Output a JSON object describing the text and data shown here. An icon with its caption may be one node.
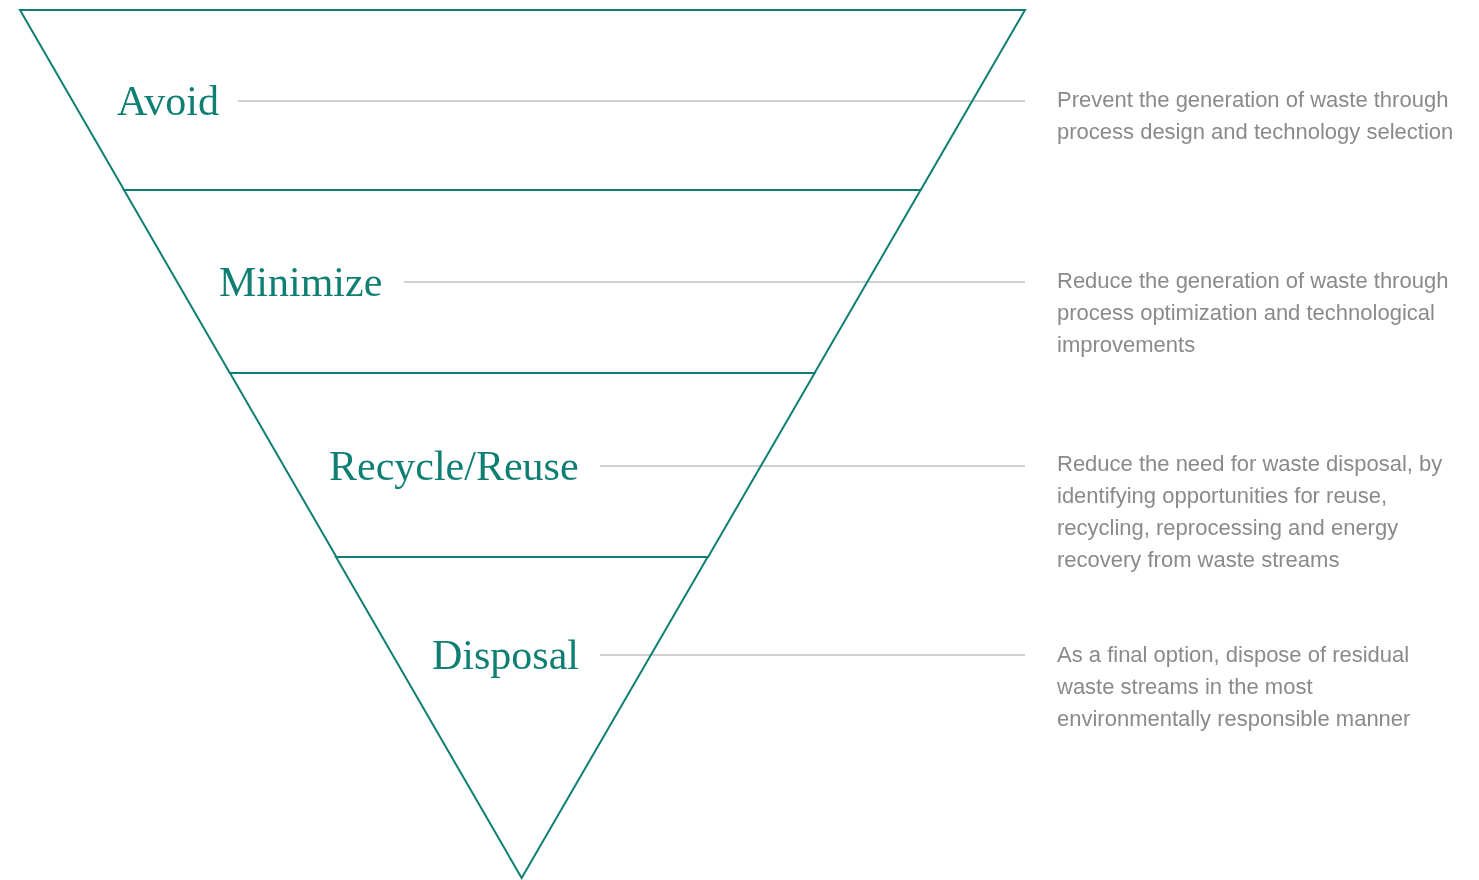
{
  "diagram": {
    "nodes": [
      {
        "text": [
          "Avoid"
        ]
      },
      {
        "text": [
          "Minimize"
        ]
      },
      {
        "text": [
          "Recycle/Reuse"
        ]
      },
      {
        "text": [
          "Disposal"
        ]
      },
      {
        "text": [
          "Prevent the generation of waste through process design and technology selection"
        ]
      },
      {
        "text": [
          "Reduce the generation of waste through process optimization and technological improvements"
        ]
      },
      {
        "text": [
          "Reduce the need for waste disposal, by identifying opportunities for reuse, recycling, reprocessing and energy recovery from waste streams"
        ]
      },
      {
        "text": [
          "As a final option, dispose of residual waste streams in the most environmentally responsible manner"
        ]
      }
    ],
    "edges": [
      {
        "from": 0,
        "to": 4,
        "arrow": "none"
      },
      {
        "from": 1,
        "to": 5,
        "arrow": "none"
      },
      {
        "from": 2,
        "to": 6,
        "arrow": "none"
      },
      {
        "from": 3,
        "to": 7,
        "arrow": "none"
      }
    ]
  }
}
